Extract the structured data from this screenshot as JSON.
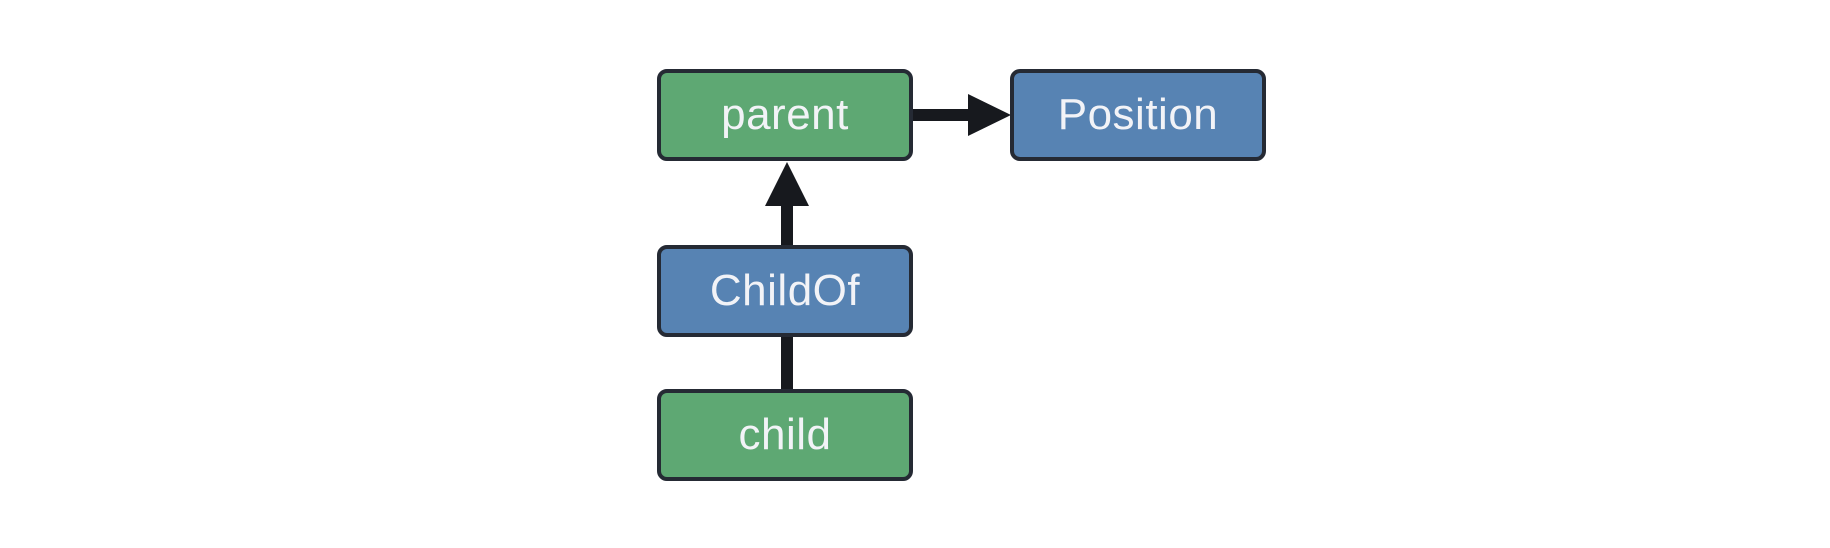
{
  "colors": {
    "entity_green": "#5EA873",
    "component_blue": "#5783B3",
    "node_border": "#252A34",
    "edge_dark": "#17191E",
    "node_text": "#F2F3F7",
    "canvas_bg": "#FFFFFF"
  },
  "diagram": {
    "description": "Entity relationship diagram: child is connected to ChildOf which points up to parent; parent points right to Position",
    "nodes": {
      "parent": {
        "label": "parent",
        "color_kind": "green"
      },
      "position": {
        "label": "Position",
        "color_kind": "blue"
      },
      "childof": {
        "label": "ChildOf",
        "color_kind": "blue"
      },
      "child": {
        "label": "child",
        "color_kind": "green"
      }
    },
    "edges": [
      {
        "from": "parent",
        "to": "Position",
        "style": "arrow-right"
      },
      {
        "from": "ChildOf",
        "to": "parent",
        "style": "arrow-up"
      },
      {
        "from": "child",
        "to": "ChildOf",
        "style": "plain-line"
      }
    ]
  }
}
